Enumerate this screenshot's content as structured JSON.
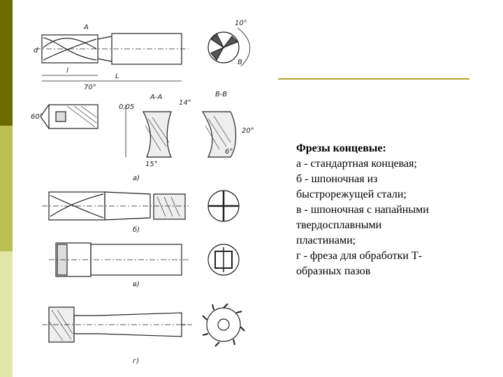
{
  "slide": {
    "accent_colors": [
      "#6b6b00",
      "#b9bf52",
      "#e4e6a8"
    ],
    "divider_color": "#b8a22a"
  },
  "caption": {
    "title": "Фрезы концевые:",
    "items": [
      "а - стандартная концевая;",
      "б - шпоночная из",
      "быстрорежущей стали;",
      "в - шпоночная с напайными",
      "твердосплавными",
      "пластинами;",
      "г - фреза для обработки Т-",
      "образных пазов"
    ]
  },
  "drawing": {
    "angle_top": "10°",
    "angle_70": "70°",
    "angle_60": "60°",
    "angle_14": "14°",
    "angle_20": "20°",
    "angle_15": "15°",
    "angle_6": "6°",
    "dim_005": "0,05",
    "dim_l": "l",
    "dim_L": "L",
    "dim_d": "d",
    "section_aa": "A-A",
    "section_bb": "B-B",
    "label_a": "а)",
    "label_b": "б)",
    "label_v": "в)",
    "label_g": "г)",
    "mark_A": "A",
    "mark_B": "B"
  }
}
